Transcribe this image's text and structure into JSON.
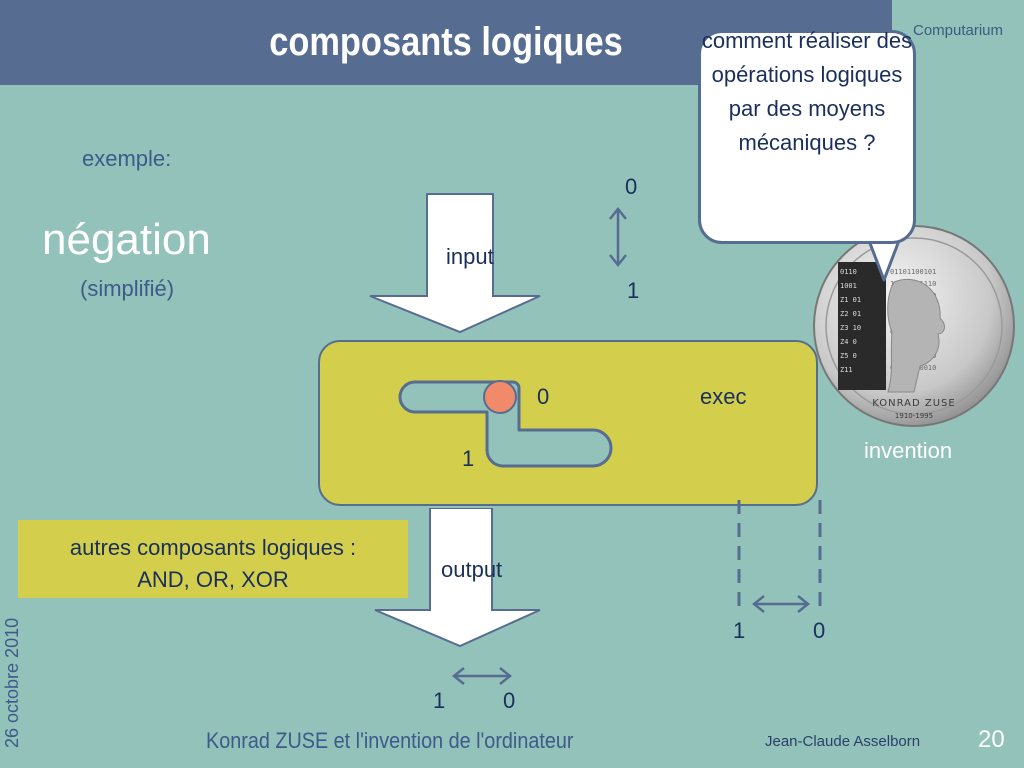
{
  "slide": {
    "title": "composants logiques",
    "brand": "Computarium",
    "example_label": "exemple:",
    "negation": "négation",
    "simplified": "(simplifié)",
    "input_label": "input",
    "output_label": "output",
    "exec_label": "exec",
    "input_states": {
      "top": "0",
      "bottom": "1"
    },
    "slot_states": {
      "top": "0",
      "bottom": "1"
    },
    "output_states": {
      "left": "1",
      "right": "0"
    },
    "exec_states": {
      "left": "1",
      "right": "0"
    },
    "other_components": {
      "line1": "autres composants logiques :",
      "line2": "AND, OR, XOR"
    },
    "speech_bubble": "comment réaliser des opérations logiques par des moyens mécaniques ?",
    "coin_caption": "invention",
    "coin_text": {
      "name": "KONRAD ZUSE",
      "years": "1910-1995"
    },
    "footer_title": "Konrad ZUSE et l'invention de l'ordinateur",
    "author": "Jean-Claude Asselborn",
    "page_number": "20",
    "date": "26 octobre 2010"
  },
  "colors": {
    "background": "#93c2ba",
    "title_bar": "#566c91",
    "exec_box": "#d3cf4c",
    "ball": "#f08a6a",
    "text_blue": "#3d5a8a"
  }
}
